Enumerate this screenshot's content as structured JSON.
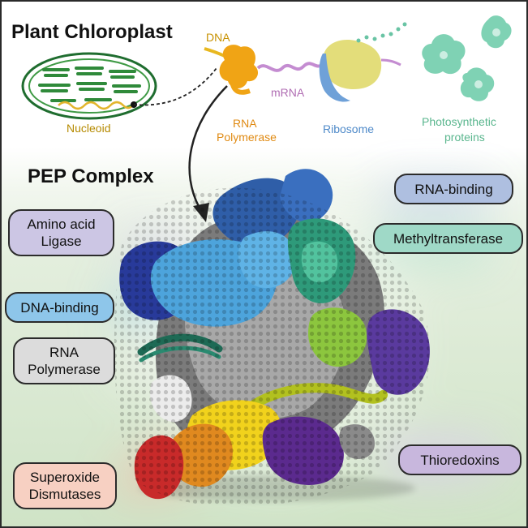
{
  "header": {
    "title": "Plant Chloroplast",
    "nucleoid": "Nucleoid",
    "dna": "DNA",
    "rna_polymerase": [
      "RNA",
      "Polymerase"
    ],
    "mrna": "mRNA",
    "ribosome": "Ribosome",
    "photosynthetic": [
      "Photosynthetic",
      "proteins"
    ]
  },
  "complex": {
    "title": "PEP Complex"
  },
  "labels": {
    "amino_acid_ligase": [
      "Amino acid",
      "Ligase"
    ],
    "dna_binding": "DNA-binding",
    "rna_polymerase": [
      "RNA",
      "Polymerase"
    ],
    "superoxide_dismutases": [
      "Superoxide",
      "Dismutases"
    ],
    "rna_binding": "RNA-binding",
    "methyltransferase": "Methyltransferase",
    "thioredoxins": "Thioredoxins"
  },
  "colors": {
    "label_amino_acid_ligase": "#ccc6e4",
    "label_dna_binding": "#8ec6ea",
    "label_rna_polymerase": "#dcdcdc",
    "label_superoxide_dismutases": "#f7d0c2",
    "label_rna_binding": "#aebfe0",
    "label_methyltransferase": "#9fd9c7",
    "label_thioredoxins": "#c8b7dd",
    "dna_text": "#c79100",
    "nucleoid_text": "#b58a00",
    "rnap_text": "#e08a12",
    "mrna_text": "#b06db3",
    "ribosome_text": "#4f8ac9",
    "photosynthetic_text": "#5ab68e"
  }
}
